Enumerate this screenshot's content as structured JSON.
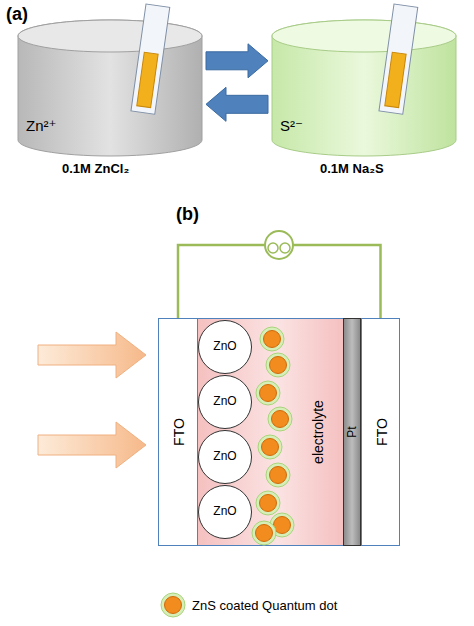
{
  "diagram": {
    "nodes": [
      {
        "text": [
          "Zn²⁺"
        ]
      },
      {
        "text": [
          "S²⁻"
        ]
      },
      {
        "text": [
          "FTO"
        ]
      },
      {
        "text": [
          "ZnO"
        ]
      },
      {
        "text": [
          "ZnO"
        ]
      },
      {
        "text": [
          "ZnO"
        ]
      },
      {
        "text": [
          "ZnO"
        ]
      },
      {
        "text": [
          "electrolyte"
        ]
      },
      {
        "text": [
          "Pt"
        ]
      },
      {
        "text": [
          "FTO"
        ]
      }
    ],
    "edges": [
      {
        "from": 0,
        "to": 1,
        "arrow": "to"
      },
      {
        "from": 1,
        "to": 0,
        "arrow": "to"
      },
      {
        "from": 2,
        "to": 9,
        "arrow": "none"
      }
    ],
    "labels": [
      "(a)",
      "0.1M ZnCl₂",
      "0.1M Na₂S",
      "(b)"
    ],
    "legend": [
      {
        "text": "ZnS coated Quantum dot"
      }
    ]
  }
}
